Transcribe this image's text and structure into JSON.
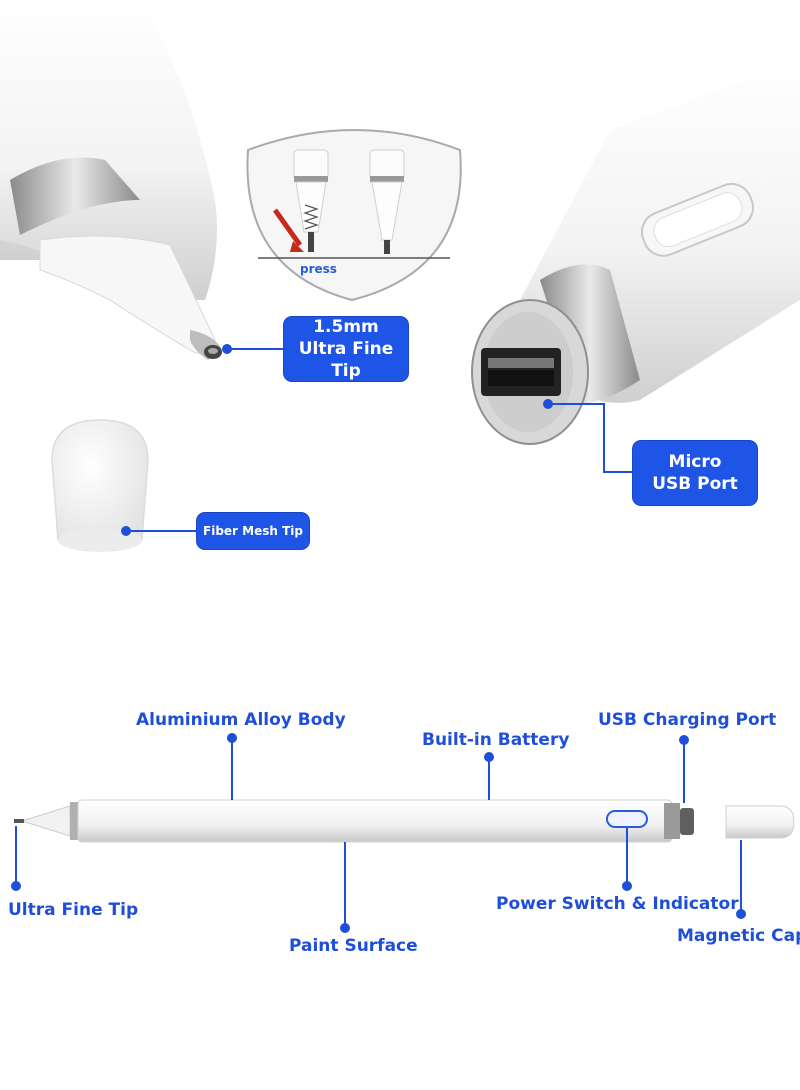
{
  "top_section": {
    "press_label": "press",
    "callouts": {
      "fine_tip": "1.5mm Ultra Fine Tip",
      "micro_usb": "Micro USB Port",
      "fiber_mesh": "Fiber Mesh Tip"
    }
  },
  "diagram": {
    "labels": {
      "body": "Aluminium Alloy Body",
      "battery": "Built-in Battery",
      "usb": "USB Charging Port",
      "tip": "Ultra Fine Tip",
      "paint": "Paint Surface",
      "power": "Power Switch & Indicator",
      "cap": "Magnetic Cap"
    }
  },
  "colors": {
    "accent": "#1f55e6",
    "label_text": "#1f4fd8",
    "leader": "#1f4fd8"
  }
}
